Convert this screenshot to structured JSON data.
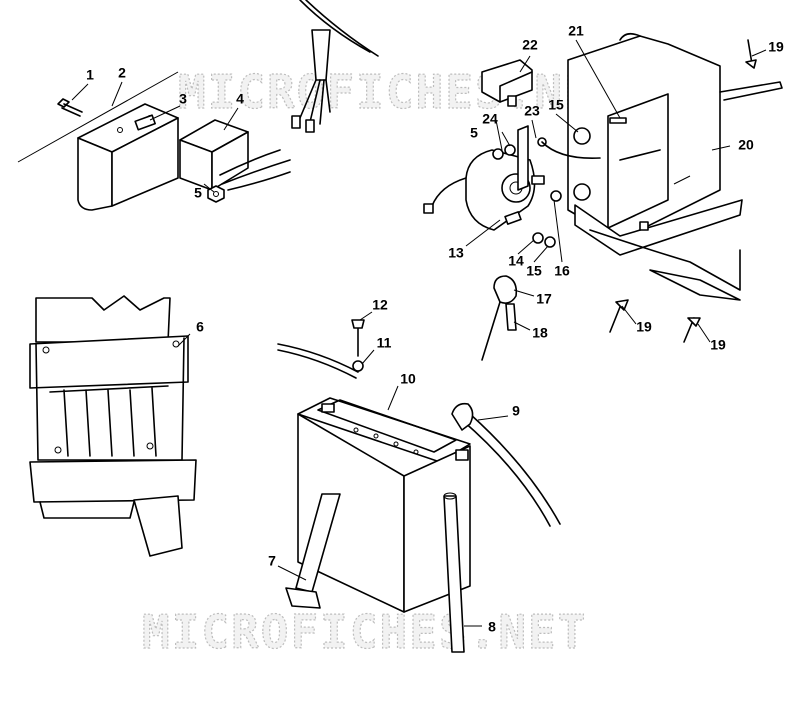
{
  "watermark": {
    "top": "MICROFICHES.NET",
    "bottom": "MICROFICHES.NET"
  },
  "callouts": {
    "c1": "1",
    "c2": "2",
    "c3": "3",
    "c4": "4",
    "c5a": "5",
    "c5b": "5",
    "c6": "6",
    "c7": "7",
    "c8": "8",
    "c9": "9",
    "c10": "10",
    "c11": "11",
    "c12": "12",
    "c13": "13",
    "c14": "14",
    "c15a": "15",
    "c15b": "15",
    "c16": "16",
    "c17": "17",
    "c18": "18",
    "c19a": "19",
    "c19b": "19",
    "c19c": "19",
    "c20": "20",
    "c21": "21",
    "c22": "22",
    "c23": "23",
    "c24": "24"
  }
}
